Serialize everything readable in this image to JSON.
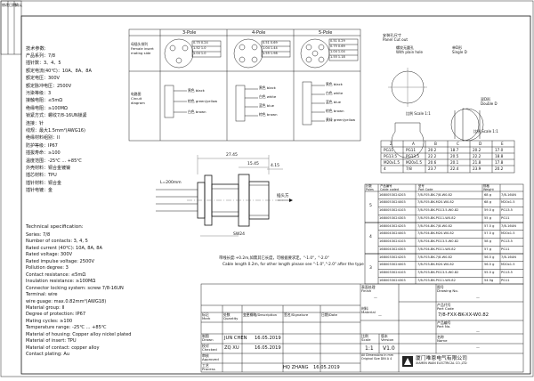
{
  "header": {
    "left_col": [
      "修改",
      "日期",
      "确认"
    ],
    "pole_titles": [
      "3-Pole",
      "4-Pole",
      "5-Pole"
    ],
    "female_label": "母插头排列\nFemale insert\nmating side",
    "circuit_label": "电路图\nCircuit\ndiagram",
    "wire_colors_3": [
      "黑色 black",
      "棕色 green/yellow",
      "白色 brown"
    ],
    "wire_colors_4": [
      "黑色 black",
      "白色 white",
      "蓝色 blue",
      "棕色 brown"
    ],
    "wire_colors_5": [
      "黑色 black",
      "白色 white",
      "蓝色 blue",
      "棕色 brown",
      "黄绿 green/yellow"
    ],
    "size_table_3": [
      "0.75 0.24",
      "1.52 1.0",
      "1.04 1.0"
    ],
    "size_table_4": [
      "0.51 0.69",
      "1.04 1.44",
      "1.55 1.98"
    ],
    "size_table_5": [
      "0.51 0.29",
      "0.75 0.69",
      "1.04 1.04",
      "1.55 1.18"
    ]
  },
  "specs_cn": {
    "title": "技术参数:",
    "items": [
      "产品系列：7/8",
      "插针数：3、4、5",
      "额定电流(40℃)：10A、8A、8A",
      "额定电压：300V",
      "额定脉冲电压：2500V",
      "污染等级：3",
      "接触电阻：≤5mΩ",
      "绝缘电阻：≥100MΩ",
      "锁紧方式：螺纹7/8-16UN锁紧",
      "连接：针",
      "线规：最大1.5mm²(AWG16)",
      "绝缘材料组别：II",
      "防护等级：IP67",
      "插拔寿命：≥100",
      "温度范围：-25℃ ... +85℃",
      "外壳材料：铜合金镀镍",
      "插芯材料：TPU",
      "插针材料：铜合金",
      "插针电镀：金"
    ]
  },
  "specs_en": {
    "title": "Technical specification:",
    "items": [
      "Series: 7/8",
      "Number of contacts: 3, 4, 5",
      "Rated current (40℃): 10A, 8A, 8A",
      "Rated voltage: 300V",
      "Rated impulse voltage: 2500V",
      "Pollution degree: 3",
      "Contact resistance: ≤5mΩ",
      "Insulation resistance: ≥100MΩ",
      "Connector locking system: screw 7/8-16UN",
      "Terminal: wire",
      "wire guage: max.0.82mm²(AWG18)",
      "Material group: II",
      "Degree of protection: IP67",
      "Mating cycles: ≥100",
      "Temperature range: -25℃ ... +85℃",
      "Material of housing: Copper alloy nickel plated",
      "Material of insert: TPU",
      "Material of contact: copper alloy",
      "Contact plating: Au"
    ]
  },
  "drawing": {
    "dim_top": "27.45",
    "dim_total": "15.45",
    "dim_16": "4.15",
    "cable_label": "L=200mm",
    "nut_label": "SW24",
    "right_label": "插头方",
    "note_cn": "带线长度:+0.2m,如需其它长度，可根据要求定。\"-1.0\"，\"-2.0\"",
    "note_en": "Cable length 0.2m, for other length please see \"-1.0\",\"-2.0\" after the type"
  },
  "panel_cut": {
    "title_cn": "安装孔尺寸",
    "title_en": "Panel Cut out",
    "label_a": "螺纹无圆孔",
    "label_a_en": "With plain hole",
    "label_b": "单D形",
    "label_b_en": "Single D",
    "label_c": "双D形",
    "label_c_en": "Double D",
    "scale_a": "比例 Scale 1:1",
    "scale_b": "比例 Scale 1:1",
    "dims": [
      "Z",
      "A",
      "B",
      "C",
      "D",
      "E"
    ],
    "rows": [
      [
        "PG11",
        "PG11",
        "20.2",
        "18.7",
        "20.2",
        "17.0"
      ],
      [
        "PG13.5",
        "PG13.5",
        "22.2",
        "20.5",
        "22.2",
        "18.8"
      ],
      [
        "M20x1.5",
        "M20x1.5",
        "20.6",
        "20.1",
        "21.8",
        "17.8"
      ],
      [
        "4",
        "7/8",
        "23.7",
        "22.4",
        "23.9",
        "20.2"
      ]
    ]
  },
  "part_table": {
    "headers": [
      "针数\nPoles",
      "产品编号\nCable coded",
      "型号\nPart Code",
      "规格\nWeight"
    ],
    "groups": [
      {
        "pole": "5",
        "rows": [
          [
            "1680053024203",
            "7/8-F05-BK-7/8-W0.82",
            "68 g",
            "7/8-16UN"
          ],
          [
            "1680053024003",
            "7/8-F05-BK-M20-W0.82",
            "68 g",
            "M20x1.5"
          ],
          [
            "1680053024103",
            "7/8-F05-BK-PG13.5-W0.82",
            "59.5 g",
            "PG13.5"
          ],
          [
            "1680053024303",
            "7/8-F05-BK-PG11-W0.82",
            "55 g",
            "PG11"
          ]
        ]
      },
      {
        "pole": "4",
        "rows": [
          [
            "1680043024203",
            "7/8-F04-BK-7/8-W0.82",
            "57.5 g",
            "7/8-16UN"
          ],
          [
            "1680043024003",
            "7/8-F04-BK-M20-W0.82",
            "57.5 g",
            "M20x1.5"
          ],
          [
            "1680043024103",
            "7/8-F04-BK-PG13.5-W0.82",
            "58 g",
            "PG13.5"
          ],
          [
            "1680043024303",
            "7/8-F04-BK-PG11-W0.82",
            "57 g",
            "PG11"
          ]
        ]
      },
      {
        "pole": "3",
        "rows": [
          [
            "1680033024203",
            "7/8-F03-BK-7/8-W0.82",
            "56.5 g",
            "7/8-16UN"
          ],
          [
            "1680033024003",
            "7/8-F03-BK-M20-W0.82",
            "56.5 g",
            "M20x1.5"
          ],
          [
            "1680033024103",
            "7/8-F03-BK-PG13.5-W0.82",
            "55.5 g",
            "PG13.5"
          ],
          [
            "1680033024303",
            "7/8-F03-BK-PG11-W0.82",
            "54.5g",
            "PG11"
          ]
        ]
      }
    ]
  },
  "title_block": {
    "rev_headers": [
      "标记\nMark",
      "处数\nQuantity",
      "变更概略/Description",
      "签名/Signature",
      "日期/Date"
    ],
    "drawn_label": "制图\nDrawn",
    "drawn_name": "JUN CHEN",
    "drawn_date": "16.05.2019",
    "checked_label": "校对\nChecked",
    "checked_name": "ZQ XU",
    "checked_date": "16.05.2019",
    "approved_label": "审核\nApproved",
    "process_label": "工艺\nProcess",
    "process_name": "HQ ZHANG",
    "process_date": "16.05.2019",
    "finish_label": "表面处理\nFinish",
    "finish_value": "—",
    "material_label": "材料\nMaterial",
    "material_value": "—",
    "scale_label": "比例\nScale",
    "scale_value": "1:1",
    "version_label": "版本\nVersion",
    "version_value": "V1.0",
    "units_note": "All Dimensions in mm\nOriginal Size DIN A 4",
    "drawing_no_label": "图号\nDrawing No.",
    "drawing_no_value": "—",
    "part_code_label": "产品代号\nPart Code",
    "part_code_value": "7/8-FXX-BK-XX-W0.82",
    "part_no_label": "产品编号\nPart No.",
    "part_no_value": "—",
    "name_label": "名称\nName",
    "name_value": "—",
    "company": "厦门唯恩电气有限公司",
    "company_en": "XIAMEN WAIN ELECTRICAL CO.,LTD"
  }
}
